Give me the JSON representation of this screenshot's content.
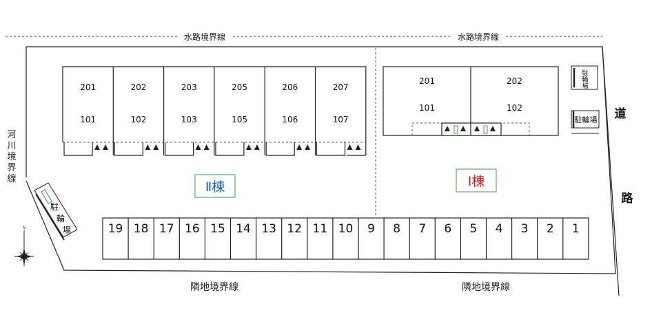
{
  "boundary_labels": {
    "water_top_left": "水路境界線",
    "water_top_right": "水路境界線",
    "river_left": "河川境界線",
    "neighbor_bottom_left": "隣地境界線",
    "neighbor_bottom_right": "隣地境界線"
  },
  "road": {
    "char1": "道",
    "char2": "路"
  },
  "bicycle_parking": {
    "left": "駐輪場",
    "right_top": "駐輪場",
    "right_side": "駐輪場"
  },
  "building_ii": {
    "label": "Ⅱ棟",
    "label_color": "#1a5fc0",
    "units": [
      {
        "upper": "201",
        "lower": "101"
      },
      {
        "upper": "202",
        "lower": "102"
      },
      {
        "upper": "203",
        "lower": "103"
      },
      {
        "upper": "205",
        "lower": "105"
      },
      {
        "upper": "206",
        "lower": "106"
      },
      {
        "upper": "207",
        "lower": "107"
      }
    ]
  },
  "building_i": {
    "label": "Ⅰ棟",
    "label_color": "#d22020",
    "units": [
      {
        "upper": "201",
        "lower": "101"
      },
      {
        "upper": "202",
        "lower": "102"
      }
    ]
  },
  "parking_spaces": [
    "19",
    "18",
    "17",
    "16",
    "15",
    "14",
    "13",
    "12",
    "11",
    "10",
    "9",
    "8",
    "7",
    "6",
    "5",
    "4",
    "3",
    "2",
    "1"
  ],
  "compass": {
    "north_label": "N",
    "icon": "compass-rose-icon"
  },
  "colors": {
    "line": "#222222",
    "box_border": "#3aa03a",
    "bike_marker": "#3aa03a"
  }
}
